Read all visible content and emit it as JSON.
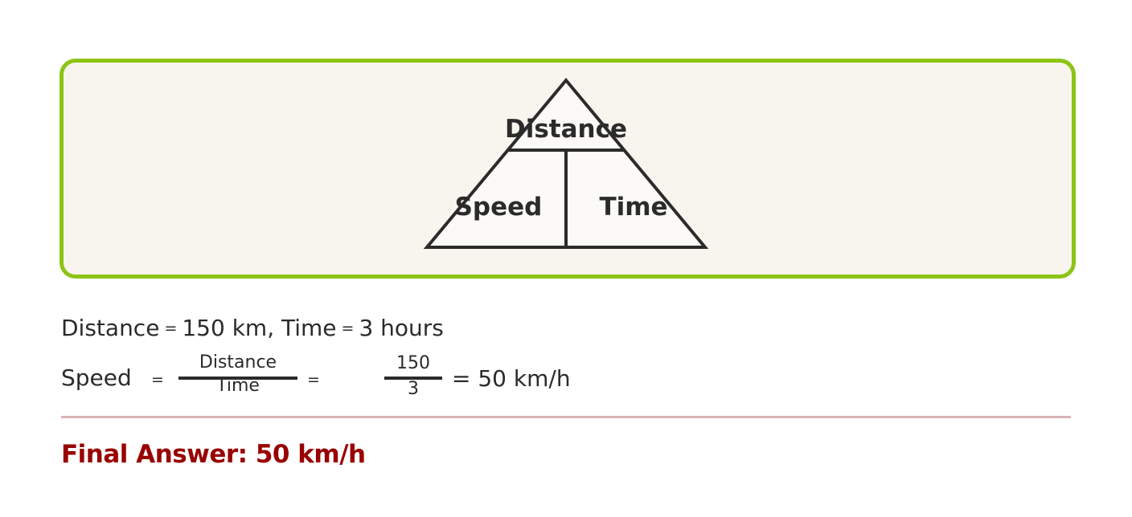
{
  "triangle": {
    "top_label": "Distance",
    "bottom_left_label": "Speed",
    "bottom_right_label": "Time"
  },
  "given": {
    "distance_label": "Distance",
    "equals_1": "=",
    "distance_value": "150 km, Time",
    "equals_2": "=",
    "time_value": "3 hours"
  },
  "speed_formula": {
    "lhs": "Speed",
    "equals_1": "=",
    "numerator_word": "Distance",
    "denominator_word": "Time",
    "equals_2": "=",
    "numerator_value": "150",
    "denominator_value": "3",
    "result": "= 50 km/h"
  },
  "final_answer": "Final Answer: 50 km/h",
  "colors": {
    "panel_border": "#8cc414",
    "panel_background": "#f8f4ee",
    "answer_text": "#990000",
    "divider": "#d9b2b6"
  }
}
